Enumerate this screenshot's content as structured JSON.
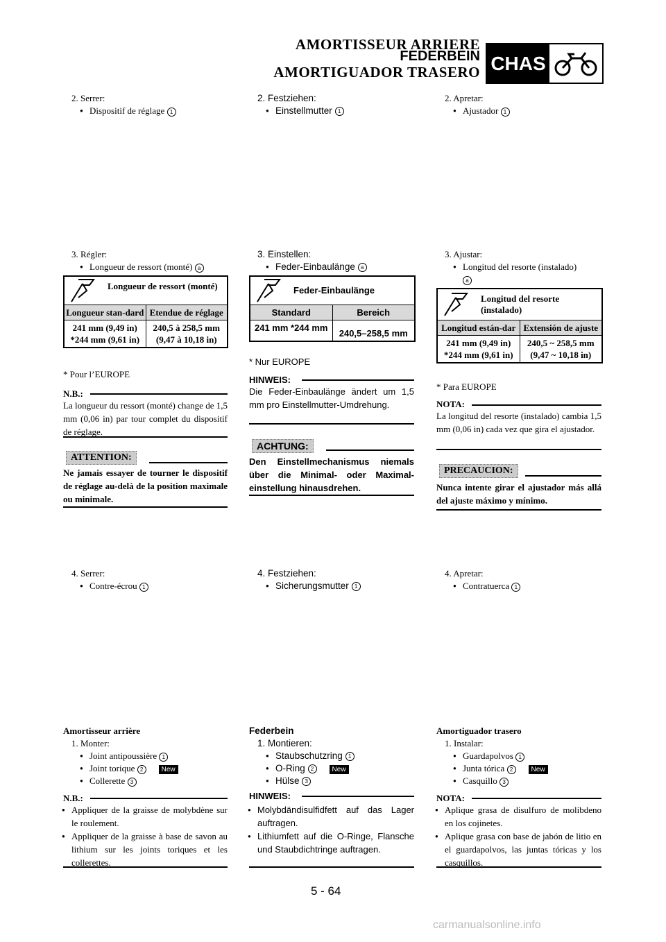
{
  "header": {
    "title_fr": "AMORTISSEUR ARRIERE",
    "title_de": "FEDERBEIN",
    "title_es": "AMORTIGUADOR TRASERO",
    "section_code": "CHAS"
  },
  "fr": {
    "s2_step": "2. Serrer:",
    "s2_item": "Dispositif de réglage",
    "s3_step": "3. Régler:",
    "s3_item": "Longueur de ressort (monté)",
    "spec_title": "Longueur de ressort (monté)",
    "spec_col1": "Longueur stan-dard",
    "spec_col2": "Etendue de réglage",
    "spec_val1": "241 mm (9,49 in) *244 mm (9,61 in)",
    "spec_val2": "240,5 à 258,5 mm (9,47 à 10,18 in)",
    "footnote": "* Pour l’EUROPE",
    "note_label": "N.B.:",
    "note_text": "La longueur du ressort (monté) change de 1,5 mm (0,06 in) par tour complet du dispositif de réglage.",
    "warn_label": "ATTENTION:",
    "warn_text": "Ne jamais essayer de tourner le dispositif de réglage au-delà de la position maximale ou minimale.",
    "s4_step": "4. Serrer:",
    "s4_item": "Contre-écrou",
    "sec_title": "Amortisseur arrière",
    "m1_step": "1. Monter:",
    "m1_items": [
      "Joint antipoussière",
      "Joint torique",
      "Collerette"
    ],
    "note2_label": "N.B.:",
    "note2_items": [
      "Appliquer de la graisse de molybdène sur le roulement.",
      "Appliquer de la graisse à base de savon au lithium sur les joints toriques et les collerettes."
    ]
  },
  "de": {
    "s2_step": "2. Festziehen:",
    "s2_item": "Einstellmutter",
    "s3_step": "3. Einstellen:",
    "s3_item": "Feder-Einbaulänge",
    "spec_title": "Feder-Einbaulänge",
    "spec_col1": "Standard",
    "spec_col2": "Bereich",
    "spec_val1": "241 mm *244 mm",
    "spec_val2": "240,5–258,5 mm",
    "footnote": "* Nur EUROPE",
    "note_label": "HINWEIS:",
    "note_text": "Die Feder-Einbaulänge ändert um 1,5 mm pro Einstellmutter-Umdrehung.",
    "warn_label": "ACHTUNG:",
    "warn_text": "Den Einstellmechanismus niemals über die Minimal- oder Maximal-einstellung hinausdrehen.",
    "s4_step": "4. Festziehen:",
    "s4_item": "Sicherungsmutter",
    "sec_title": "Federbein",
    "m1_step": "1. Montieren:",
    "m1_items": [
      "Staubschutzring",
      "O-Ring",
      "Hülse"
    ],
    "note2_label": "HINWEIS:",
    "note2_items": [
      "Molybdändisulfidfett auf das Lager auftragen.",
      "Lithiumfett auf die O-Ringe, Flansche und Staubdichtringe auftragen."
    ]
  },
  "es": {
    "s2_step": "2. Apretar:",
    "s2_item": "Ajustador",
    "s3_step": "3. Ajustar:",
    "s3_item": "Longitud del resorte (instalado)",
    "spec_title": "Longitud del resorte (instalado)",
    "spec_col1": "Longitud están-dar",
    "spec_col2": "Extensión de ajuste",
    "spec_val1": "241 mm (9,49 in) *244 mm (9,61 in)",
    "spec_val2": "240,5 ~ 258,5 mm (9,47 ~ 10,18 in)",
    "footnote": "* Para EUROPE",
    "note_label": "NOTA:",
    "note_text": "La longitud del resorte (instalado) cambia 1,5 mm (0,06 in) cada vez que gira el ajustador.",
    "warn_label": "PRECAUCION:",
    "warn_text": "Nunca intente girar el ajustador más allá del ajuste máximo y mínimo.",
    "s4_step": "4. Apretar:",
    "s4_item": "Contratuerca",
    "sec_title": "Amortiguador trasero",
    "m1_step": "1. Instalar:",
    "m1_items": [
      "Guardapolvos",
      "Junta tórica",
      "Casquillo"
    ],
    "note2_label": "NOTA:",
    "note2_items": [
      "Aplique grasa de disulfuro de molibdeno en los cojinetes.",
      "Aplique grasa con base de jabón de litio en el guardapolvos, las juntas tóricas y los casquillos."
    ]
  },
  "badge_new": "New",
  "ref_a": "a",
  "ref_1": "1",
  "ref_2": "2",
  "ref_3": "3",
  "page_number": "5 - 64",
  "watermark": "carmanualsonline.info"
}
